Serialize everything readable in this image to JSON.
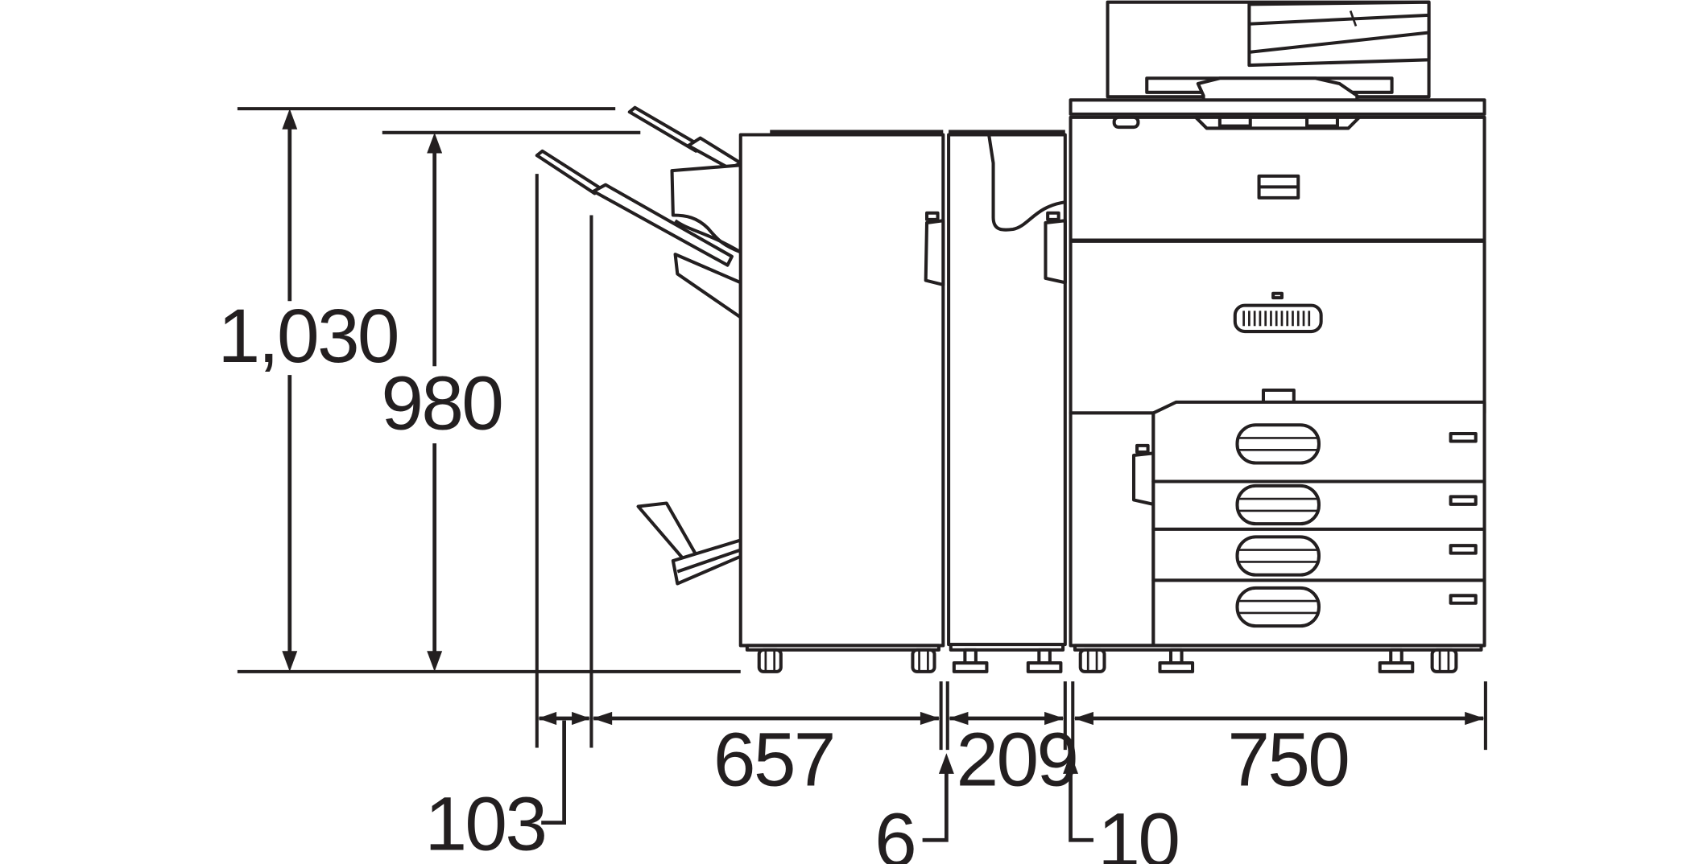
{
  "dimensions": {
    "height_total": "1,030",
    "height_body": "980",
    "width_tray_overhang": "103",
    "width_finisher": "657",
    "width_gap_finisher_bridge": "6",
    "width_bridge_unit": "209",
    "width_gap_bridge_main": "10",
    "width_main_unit": "750"
  }
}
